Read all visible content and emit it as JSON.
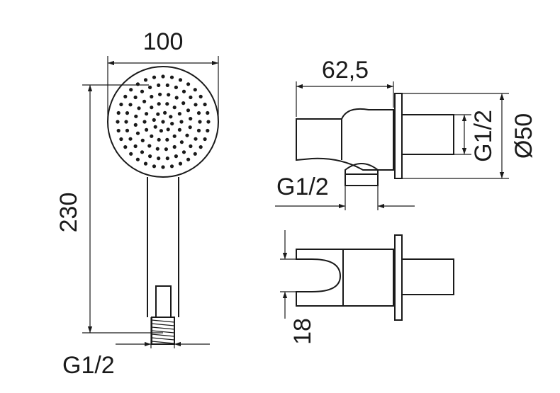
{
  "labels": {
    "head_width": "100",
    "total_length": "230",
    "handle_thread": "G1/2",
    "holder_depth": "62,5",
    "holder_outlet_thread": "G1/2",
    "holder_side_thread": "G1/2",
    "flange_diameter": "Ø50",
    "holder_slot": "18"
  }
}
